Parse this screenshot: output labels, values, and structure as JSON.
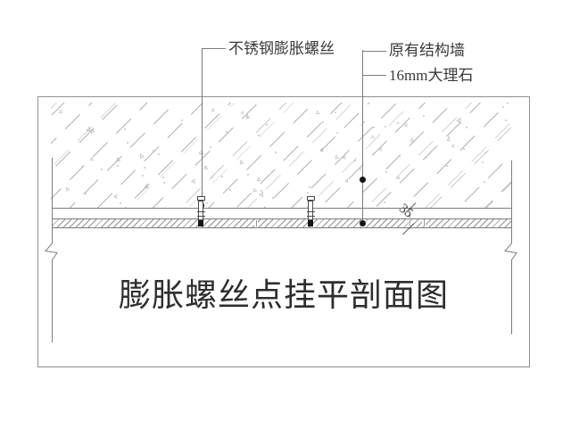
{
  "drawing": {
    "title": "膨胀螺丝点挂平剖面图",
    "callouts": {
      "screw_label": "不锈钢膨胀螺丝",
      "wall_label": "原有结构墙",
      "marble_label": "16mm大理石"
    },
    "dimension_35": "35",
    "glyphs": {
      "concrete_triangle": "▵"
    },
    "colors": {
      "line": "#7d7d7d",
      "border": "#909090",
      "hatch": "#b4b4b4",
      "marble_hatch": "#8f8f8f",
      "text": "#3a3a3a",
      "solid": "#161616"
    }
  }
}
